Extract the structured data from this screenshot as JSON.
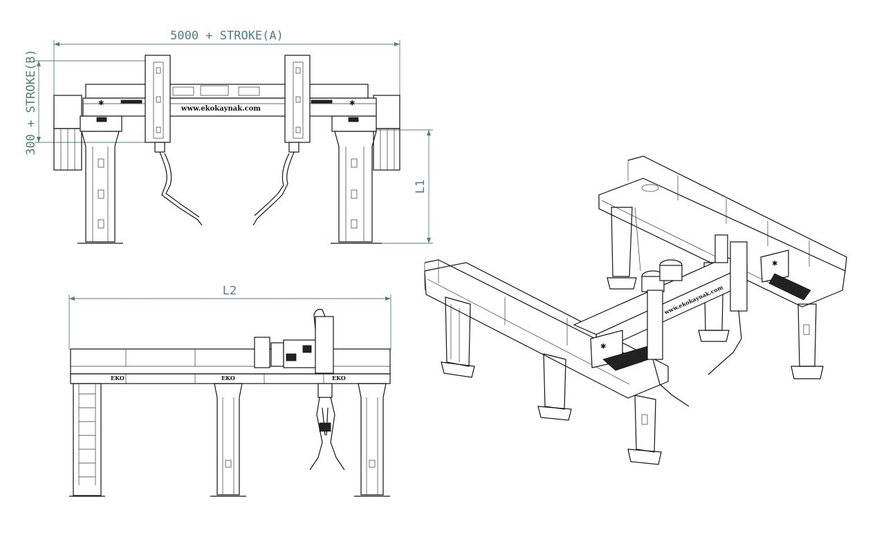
{
  "dimensions": {
    "width_label": "5000 + STROKE(A)",
    "height_label": "300 + STROKE(B)",
    "l1_label": "L1",
    "l2_label": "L2"
  },
  "branding": {
    "front_beam_text": "www.ekokaynak.com",
    "iso_beam_text": "www.ekokaynak.com"
  },
  "colors": {
    "dimension": "#4f7f7f",
    "line": "#111111"
  }
}
